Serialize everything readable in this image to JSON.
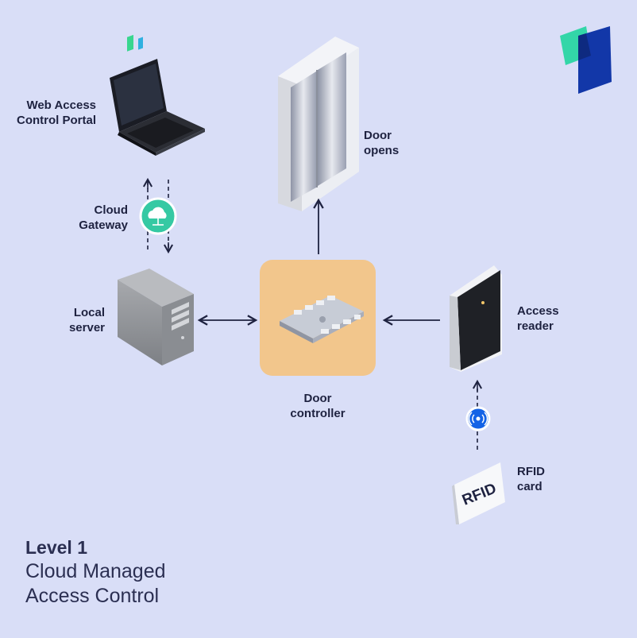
{
  "labels": {
    "web_portal": "Web Access\nControl Portal",
    "cloud_gateway": "Cloud\nGateway",
    "local_server": "Local\nserver",
    "door_opens": "Door\nopens",
    "door_controller": "Door\ncontroller",
    "access_reader": "Access\nreader",
    "rfid_card": "RFID\ncard",
    "card_text": "RFID"
  },
  "title": {
    "level": "Level 1",
    "line1": "Cloud Managed",
    "line2": "Access Control"
  },
  "colors": {
    "background": "#d9def7",
    "controller_bg": "#f2c68c",
    "gateway": "#35c9a3",
    "rfid_signal": "#1463e6",
    "logo_teal": "#33d6a8",
    "logo_blue": "#1237a8"
  }
}
